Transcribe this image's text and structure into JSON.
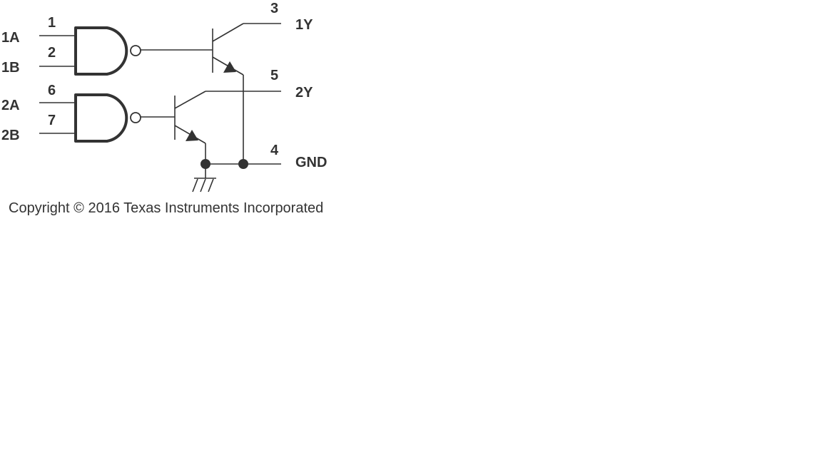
{
  "diagram": {
    "inputs": [
      {
        "name": "1A",
        "pin": "1"
      },
      {
        "name": "1B",
        "pin": "2"
      },
      {
        "name": "2A",
        "pin": "6"
      },
      {
        "name": "2B",
        "pin": "7"
      }
    ],
    "outputs": [
      {
        "name": "1Y",
        "pin": "3"
      },
      {
        "name": "2Y",
        "pin": "5"
      },
      {
        "name": "GND",
        "pin": "4"
      }
    ],
    "gates": [
      "nand-gate",
      "nand-gate"
    ],
    "transistors": [
      "open-collector-npn",
      "open-collector-npn"
    ],
    "copyright": "Copyright © 2016 Texas Instruments Incorporated",
    "colors": {
      "ink": "#333333",
      "background": "#ffffff"
    }
  }
}
